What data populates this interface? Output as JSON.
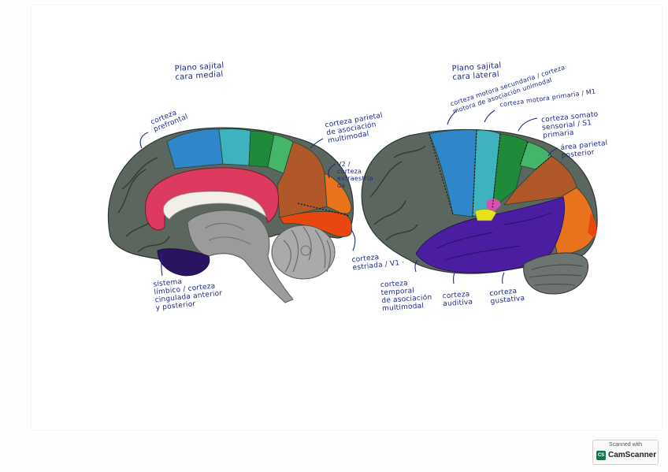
{
  "medial": {
    "title": "Plano sajital\ncara medial",
    "labels": {
      "prefrontal": "corteza\nprefrontal",
      "parietal_assoc": "corteza parietal\nde asociación\nmultimodal",
      "v2": "V2 /\ncorteza\nextraestria\nda",
      "striate": "corteza\nestriada / V1 ·",
      "limbic": "sistema\nlímbico / corteza\ncingulada anterior\ny posterior"
    }
  },
  "lateral": {
    "title": "Plano sajital\ncara lateral",
    "labels": {
      "premotor": "corteza motora secundaria / corteza\nmotora de asociación unimodal",
      "motor_primary": "corteza motora primaria / M1",
      "somatosensory": "corteza somato\nsensorial / S1\nprimaria",
      "parietal_post": "área parietal\nposterior",
      "temporal_assoc": "corteza\ntemporal\nde asociación\nmultimodal",
      "auditory": "corteza\nauditiva",
      "gustatory": "corteza\ngustativa"
    }
  },
  "colors": {
    "gray": "#5b665e",
    "blue": "#2f86c8",
    "teal": "#3fb3bd",
    "green": "#1f8a3a",
    "light_green": "#45b56a",
    "brown": "#b0582a",
    "orange": "#e9731c",
    "red_orange": "#e8480f",
    "pink": "#dc3a5f",
    "purple": "#4b1ea1",
    "dark_purple": "#2a1360",
    "yellow": "#e5e21a",
    "magenta": "#d84fb1",
    "ink": "#1f2a8a"
  },
  "watermark": {
    "line1": "Scanned with",
    "brand": "CamScanner",
    "logo": "CS"
  }
}
